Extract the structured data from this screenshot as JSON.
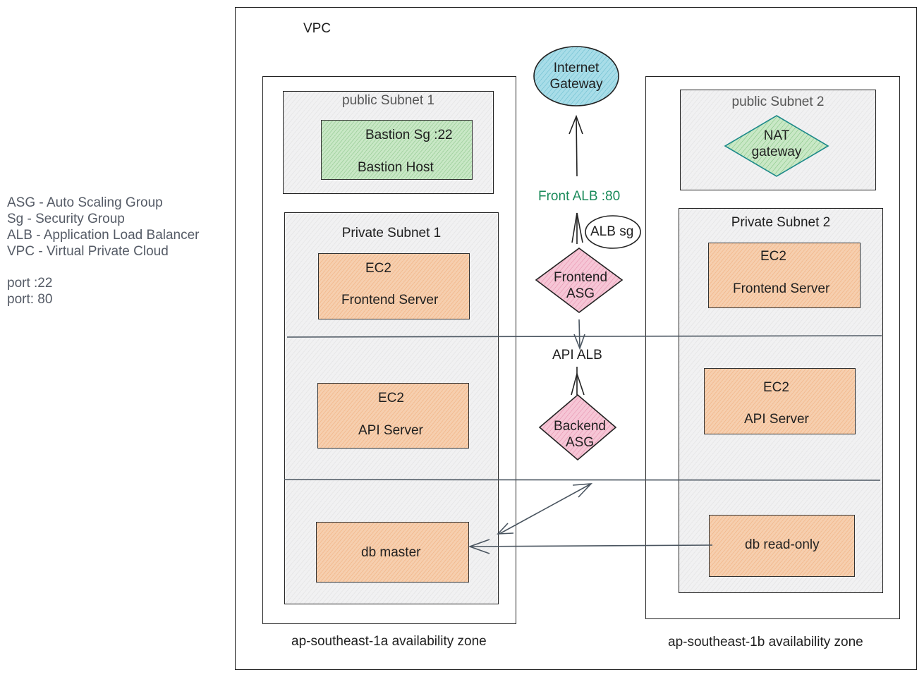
{
  "legend": {
    "asg": "ASG - Auto Scaling Group",
    "sg": "Sg - Security Group",
    "alb": "ALB - Application Load Balancer",
    "vpc": "VPC - Virtual Private Cloud",
    "port22": "port :22",
    "port80": "port: 80"
  },
  "vpc": {
    "label": "VPC"
  },
  "internet_gateway": {
    "line1": "Internet",
    "line2": "Gateway"
  },
  "zone_a": {
    "label": "ap-southeast-1a availability zone",
    "public_subnet": "public Subnet 1",
    "bastion_sg": "Bastion Sg :22",
    "bastion_host": "Bastion Host",
    "private_subnet": "Private Subnet 1",
    "frontend_ec2": "EC2",
    "frontend_server": "Frontend Server",
    "api_ec2": "EC2",
    "api_server": "API Server",
    "db": "db master"
  },
  "zone_b": {
    "label": "ap-southeast-1b availability zone",
    "public_subnet": "public Subnet 2",
    "nat_line1": "NAT",
    "nat_line2": "gateway",
    "private_subnet": "Private Subnet 2",
    "frontend_ec2": "EC2",
    "frontend_server": "Frontend Server",
    "api_ec2": "EC2",
    "api_server": "API Server",
    "db": "db read-only"
  },
  "center": {
    "front_alb": "Front ALB :80",
    "alb_sg": "ALB sg",
    "frontend_asg_line1": "Frontend",
    "frontend_asg_line2": "ASG",
    "api_alb": "API ALB",
    "backend_asg_line1": "Backend",
    "backend_asg_line2": "ASG"
  },
  "colors": {
    "front_alb_text": "#1a8a5a",
    "internet_gateway_fill": "#a8dde8",
    "asg_fill": "#f6c6d6",
    "nat_fill": "#c9e8c6",
    "server_fill": "#f6cfaf"
  }
}
